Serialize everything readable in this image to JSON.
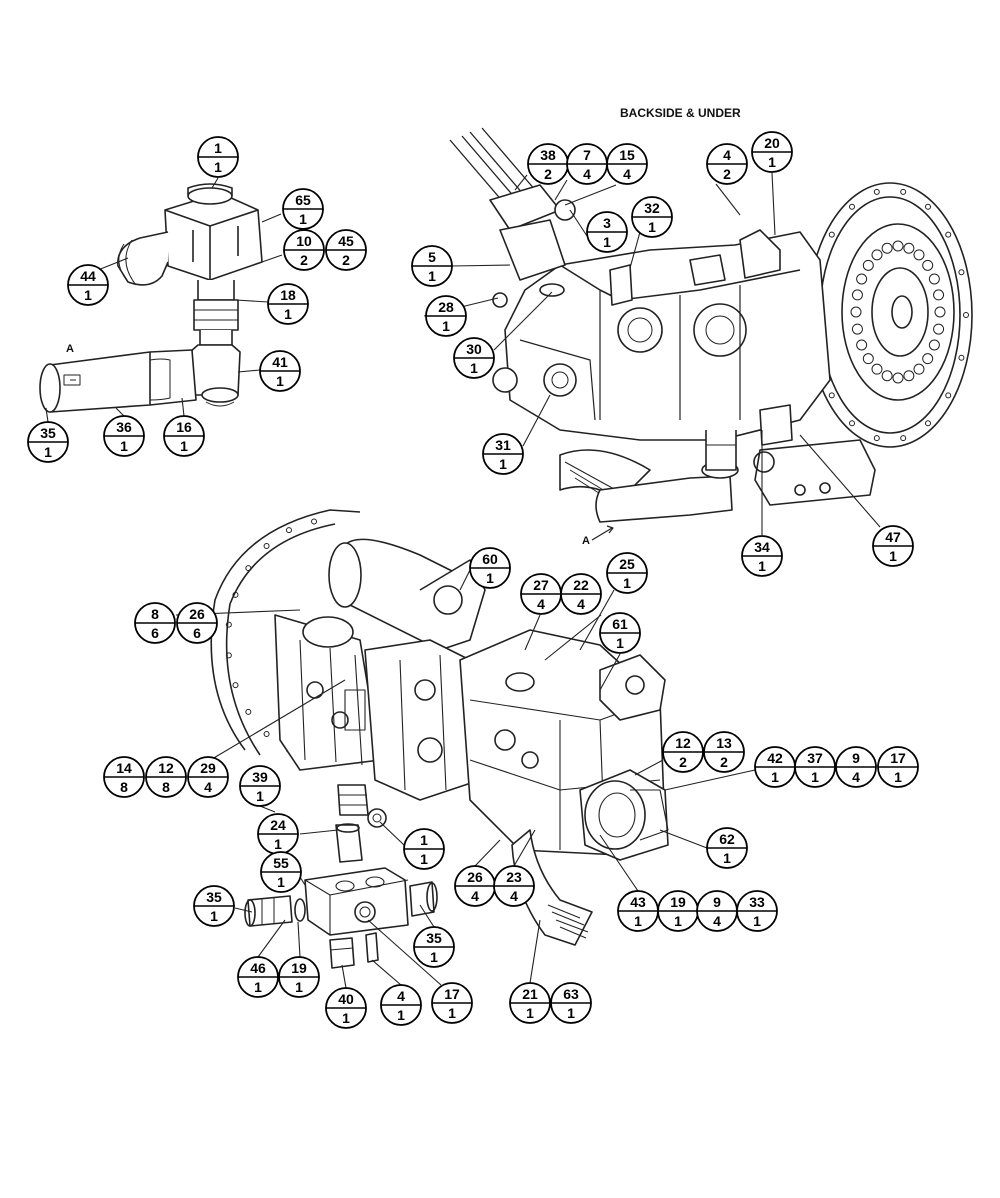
{
  "title": "BACKSIDE & UNDER",
  "view_label": "A",
  "callouts": [
    {
      "n": "1",
      "q": "1"
    },
    {
      "n": "65",
      "q": "1"
    },
    {
      "n": "10",
      "q": "2"
    },
    {
      "n": "45",
      "q": "2"
    },
    {
      "n": "44",
      "q": "1"
    },
    {
      "n": "18",
      "q": "1"
    },
    {
      "n": "41",
      "q": "1"
    },
    {
      "n": "35",
      "q": "1"
    },
    {
      "n": "36",
      "q": "1"
    },
    {
      "n": "16",
      "q": "1"
    },
    {
      "n": "38",
      "q": "2"
    },
    {
      "n": "7",
      "q": "4"
    },
    {
      "n": "15",
      "q": "4"
    },
    {
      "n": "4",
      "q": "2"
    },
    {
      "n": "20",
      "q": "1"
    },
    {
      "n": "3",
      "q": "1"
    },
    {
      "n": "32",
      "q": "1"
    },
    {
      "n": "5",
      "q": "1"
    },
    {
      "n": "28",
      "q": "1"
    },
    {
      "n": "30",
      "q": "1"
    },
    {
      "n": "31",
      "q": "1"
    },
    {
      "n": "34",
      "q": "1"
    },
    {
      "n": "47",
      "q": "1"
    },
    {
      "n": "60",
      "q": "1"
    },
    {
      "n": "25",
      "q": "1"
    },
    {
      "n": "27",
      "q": "4"
    },
    {
      "n": "22",
      "q": "4"
    },
    {
      "n": "8",
      "q": "6"
    },
    {
      "n": "26",
      "q": "6"
    },
    {
      "n": "61",
      "q": "1"
    },
    {
      "n": "12",
      "q": "2"
    },
    {
      "n": "13",
      "q": "2"
    },
    {
      "n": "42",
      "q": "1"
    },
    {
      "n": "37",
      "q": "1"
    },
    {
      "n": "9",
      "q": "4"
    },
    {
      "n": "17",
      "q": "1"
    },
    {
      "n": "14",
      "q": "8"
    },
    {
      "n": "12",
      "q": "8"
    },
    {
      "n": "29",
      "q": "4"
    },
    {
      "n": "39",
      "q": "1"
    },
    {
      "n": "24",
      "q": "1"
    },
    {
      "n": "1",
      "q": "1"
    },
    {
      "n": "55",
      "q": "1"
    },
    {
      "n": "62",
      "q": "1"
    },
    {
      "n": "26",
      "q": "4"
    },
    {
      "n": "23",
      "q": "4"
    },
    {
      "n": "35",
      "q": "1"
    },
    {
      "n": "43",
      "q": "1"
    },
    {
      "n": "19",
      "q": "1"
    },
    {
      "n": "9",
      "q": "4"
    },
    {
      "n": "33",
      "q": "1"
    },
    {
      "n": "35",
      "q": "1"
    },
    {
      "n": "46",
      "q": "1"
    },
    {
      "n": "19",
      "q": "1"
    },
    {
      "n": "40",
      "q": "1"
    },
    {
      "n": "4",
      "q": "1"
    },
    {
      "n": "17",
      "q": "1"
    },
    {
      "n": "21",
      "q": "1"
    },
    {
      "n": "63",
      "q": "1"
    }
  ]
}
